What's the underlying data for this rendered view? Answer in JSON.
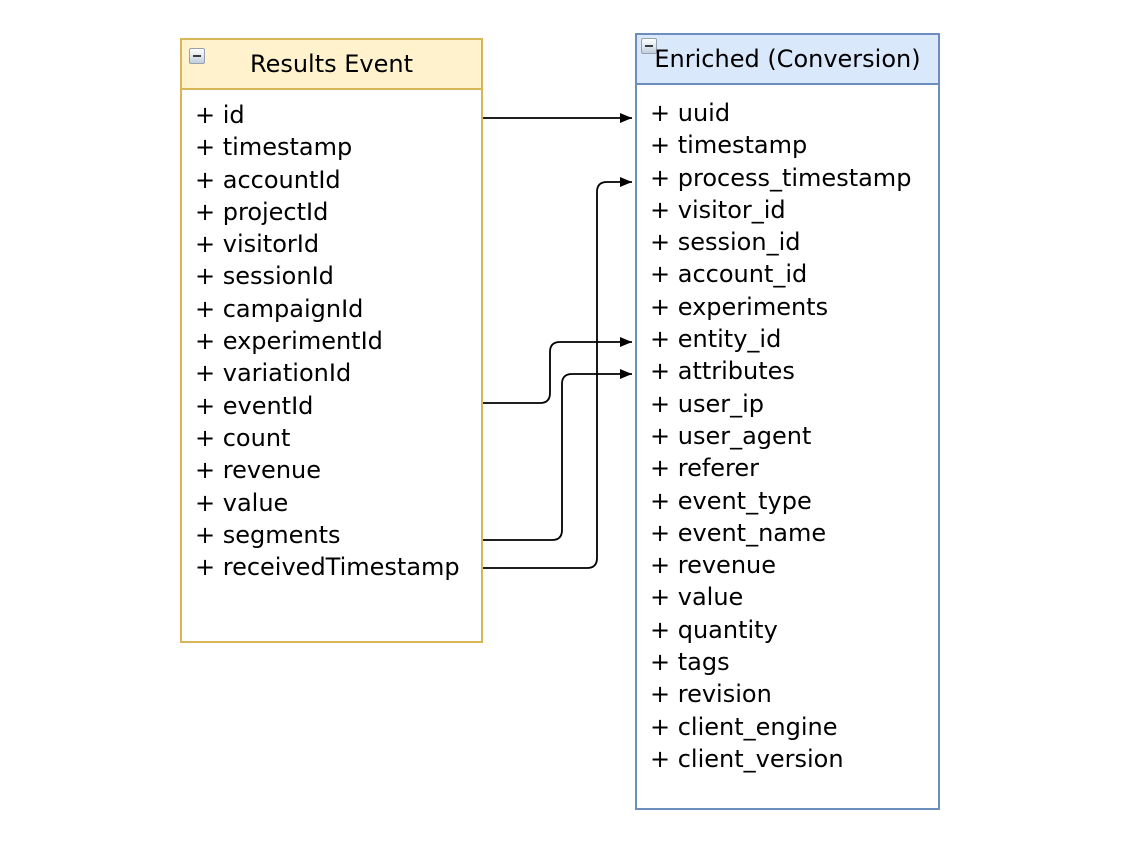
{
  "diagram": {
    "entities": [
      {
        "id": "results-event",
        "title": "Results Event",
        "collapse_state": "expanded",
        "fields": [
          "+ id",
          "+ timestamp",
          "+ accountId",
          "+ projectId",
          "+ visitorId",
          "+ sessionId",
          "+ campaignId",
          "+ experimentId",
          "+ variationId",
          "+ eventId",
          "+ count",
          "+ revenue",
          "+ value",
          "+ segments",
          "+ receivedTimestamp"
        ]
      },
      {
        "id": "enriched-conversion",
        "title": "Enriched (Conversion)",
        "collapse_state": "expanded",
        "fields": [
          "+ uuid",
          "+ timestamp",
          "+ process_timestamp",
          "+ visitor_id",
          "+ session_id",
          "+ account_id",
          "+ experiments",
          "+ entity_id",
          "+ attributes",
          "+ user_ip",
          "+ user_agent",
          "+ referer",
          "+ event_type",
          "+ event_name",
          "+ revenue",
          "+ value",
          "+ quantity",
          "+ tags",
          "+ revision",
          "+ client_engine",
          "+ client_version"
        ]
      }
    ],
    "connections": [
      {
        "from": "Results Event.id",
        "to": "Enriched (Conversion).uuid"
      },
      {
        "from": "Results Event.eventId",
        "to": "Enriched (Conversion).entity_id"
      },
      {
        "from": "Results Event.segments",
        "to": "Enriched (Conversion).attributes"
      },
      {
        "from": "Results Event.receivedTimestamp",
        "to": "Enriched (Conversion).process_timestamp"
      }
    ],
    "colors": {
      "background": "#FFFFFF",
      "text": "#000000",
      "connector": "#000000",
      "left-header": "#FFF2CC",
      "left-border": "#D6B656",
      "right-header": "#DAE8FC",
      "right-border": "#6C8EBF"
    }
  }
}
